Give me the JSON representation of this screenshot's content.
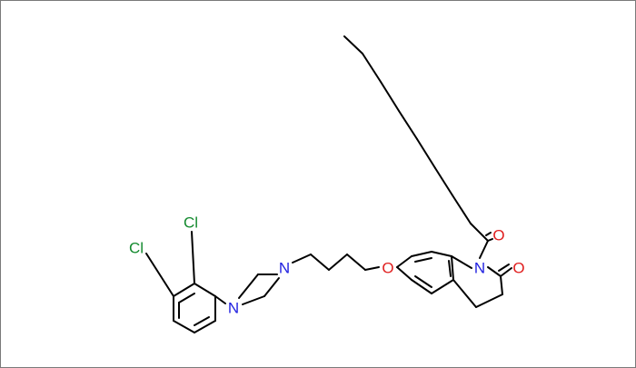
{
  "molecule": {
    "atoms": {
      "cl_upper": "Cl",
      "cl_lower": "Cl",
      "n_piperazine_left": "N",
      "n_piperazine_right": "N",
      "o_ether": "O",
      "n_lactam": "N",
      "o_lactam": "O",
      "o_acyl": "O"
    },
    "colors": {
      "bond": "#000000",
      "chlorine": "#138a2e",
      "nitrogen": "#1f1fe0",
      "oxygen": "#e01f1f"
    }
  }
}
